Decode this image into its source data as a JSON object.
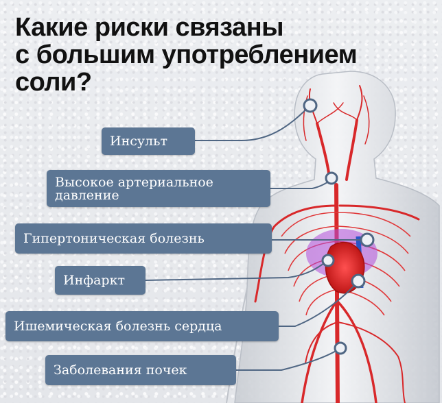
{
  "title_lines": [
    "Какие риски связаны",
    "с большим употреблением",
    "соли?"
  ],
  "labels": [
    {
      "text": "Инсульт"
    },
    {
      "text": "Высокое артериальное давление"
    },
    {
      "text": "Гипертоническая болезнь"
    },
    {
      "text": "Инфаркт"
    },
    {
      "text": "Ишемическая болезнь сердца"
    },
    {
      "text": "Заболевания почек"
    }
  ],
  "colors": {
    "label_bg": "#5c7694",
    "artery": "#d8282a",
    "vein": "#2a55c6",
    "heart_highlight": "#a040e0",
    "connector": "#4f6683",
    "title": "#111111"
  },
  "icons": [
    "human-body-silhouette",
    "circulatory-system",
    "heart",
    "marker-dot"
  ]
}
